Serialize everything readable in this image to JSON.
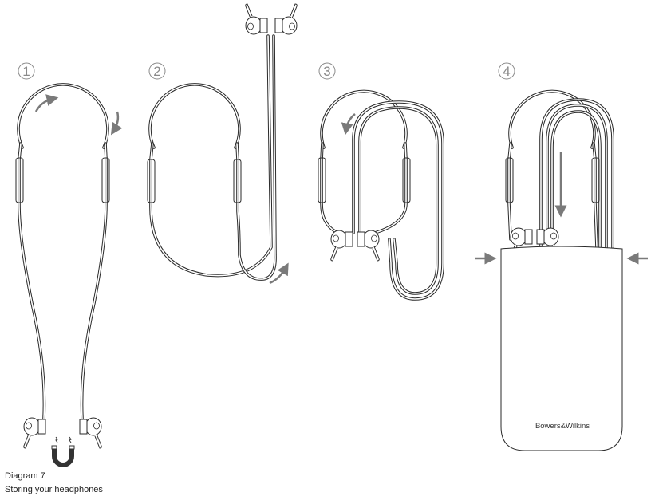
{
  "steps": [
    {
      "number": "1"
    },
    {
      "number": "2"
    },
    {
      "number": "3"
    },
    {
      "number": "4"
    }
  ],
  "case_brand": "Bowers&Wilkins",
  "caption": {
    "title": "Diagram 7",
    "subtitle": "Storing your headphones"
  },
  "colors": {
    "line": "#2a2a2a",
    "arrow": "#7a7a7a",
    "step_number": "#8a8a8a",
    "magnet": "#333333"
  }
}
